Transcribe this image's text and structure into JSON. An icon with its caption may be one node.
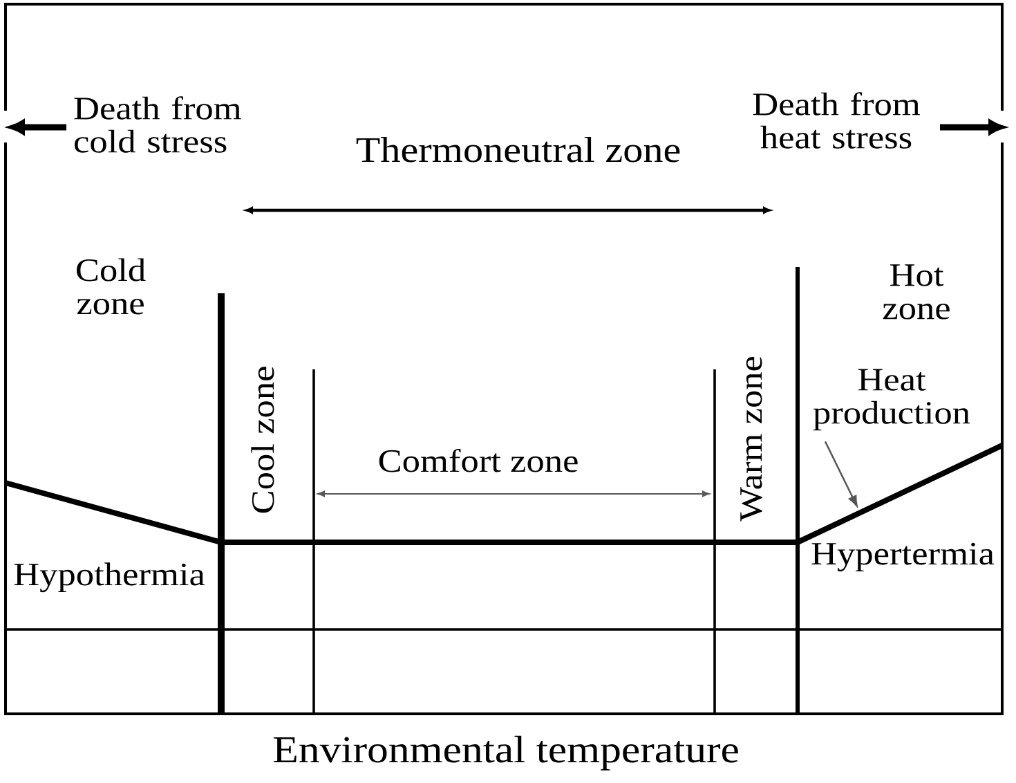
{
  "diagram": {
    "nodes": [
      {
        "text": [
          "Death from cold stress"
        ]
      },
      {
        "text": [
          "Death from heat stress"
        ]
      },
      {
        "text": [
          "Heat production"
        ]
      }
    ],
    "edges": [
      {
        "from": 0,
        "to": null,
        "arrow": "to"
      },
      {
        "from": 1,
        "to": null,
        "arrow": "to"
      },
      {
        "from": 2,
        "to": null,
        "arrow": "to",
        "color": "#555555"
      }
    ],
    "labels": [
      "Thermoneutral zone",
      "Cold zone",
      "Hot zone",
      "Cool zone",
      "Comfort zone",
      "Warm zone",
      "Hypothermia",
      "Hypertermia",
      "Environmental temperature"
    ]
  }
}
